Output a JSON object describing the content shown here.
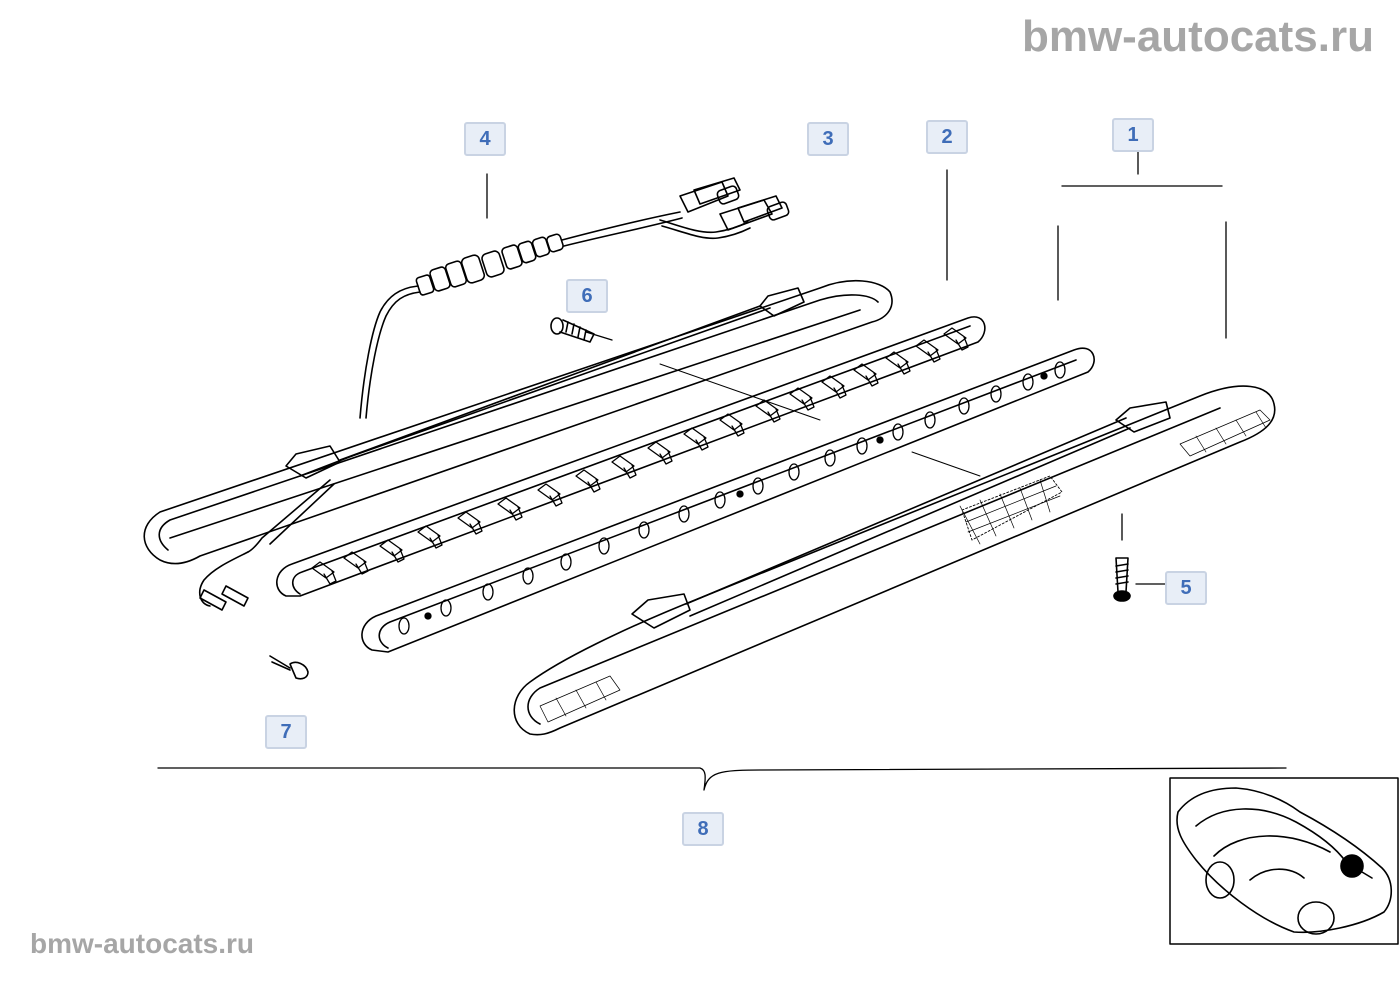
{
  "watermark": {
    "top": "bmw-autocats.ru",
    "bottom": "bmw-autocats.ru"
  },
  "callouts": [
    {
      "id": "c1",
      "label": "1"
    },
    {
      "id": "c2",
      "label": "2"
    },
    {
      "id": "c3",
      "label": "3"
    },
    {
      "id": "c4",
      "label": "4"
    },
    {
      "id": "c5",
      "label": "5"
    },
    {
      "id": "c6",
      "label": "6"
    },
    {
      "id": "c7",
      "label": "7"
    },
    {
      "id": "c8",
      "label": "8"
    }
  ],
  "thumbnail": {
    "marker_color": "#000000"
  },
  "colors": {
    "callout_text": "#3f6db8",
    "callout_bg": "#e8eef7",
    "line": "#000000",
    "watermark": "#a6a6a6"
  }
}
